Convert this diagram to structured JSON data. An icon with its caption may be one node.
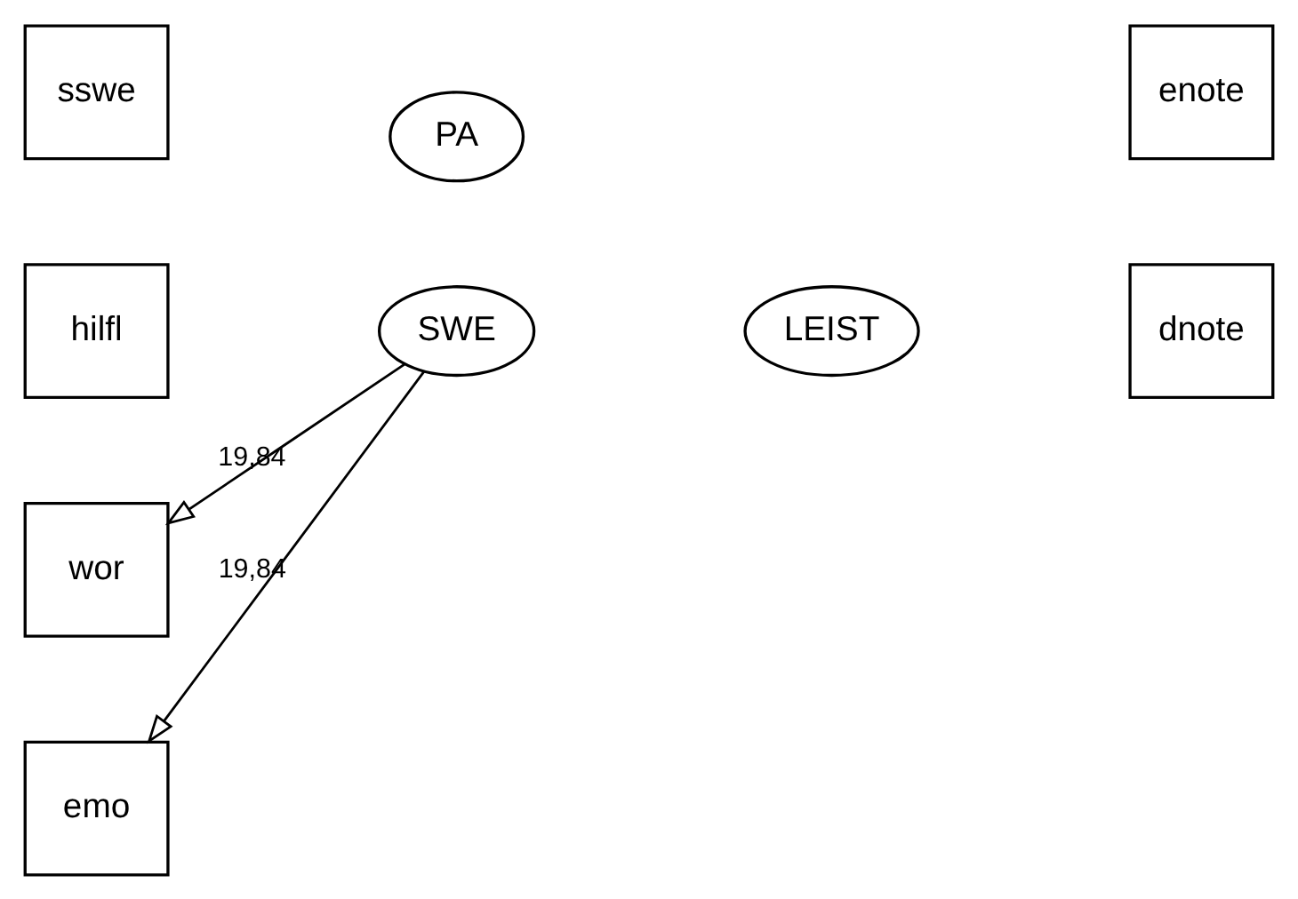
{
  "diagram": {
    "nodes": [
      {
        "text": [
          "hilfl"
        ]
      },
      {
        "text": [
          "sswe"
        ]
      },
      {
        "text": [
          "wor"
        ]
      },
      {
        "text": [
          "emo"
        ]
      },
      {
        "text": [
          "SWE"
        ]
      },
      {
        "text": [
          "PA"
        ]
      },
      {
        "text": [
          "LEIST"
        ]
      },
      {
        "text": [
          "dnote"
        ]
      },
      {
        "text": [
          "enote"
        ]
      }
    ],
    "edges": [
      {
        "from": 4,
        "to": 2,
        "arrow": "to",
        "label": "19,84"
      },
      {
        "from": 4,
        "to": 3,
        "arrow": "to",
        "label": "19,84"
      }
    ]
  }
}
